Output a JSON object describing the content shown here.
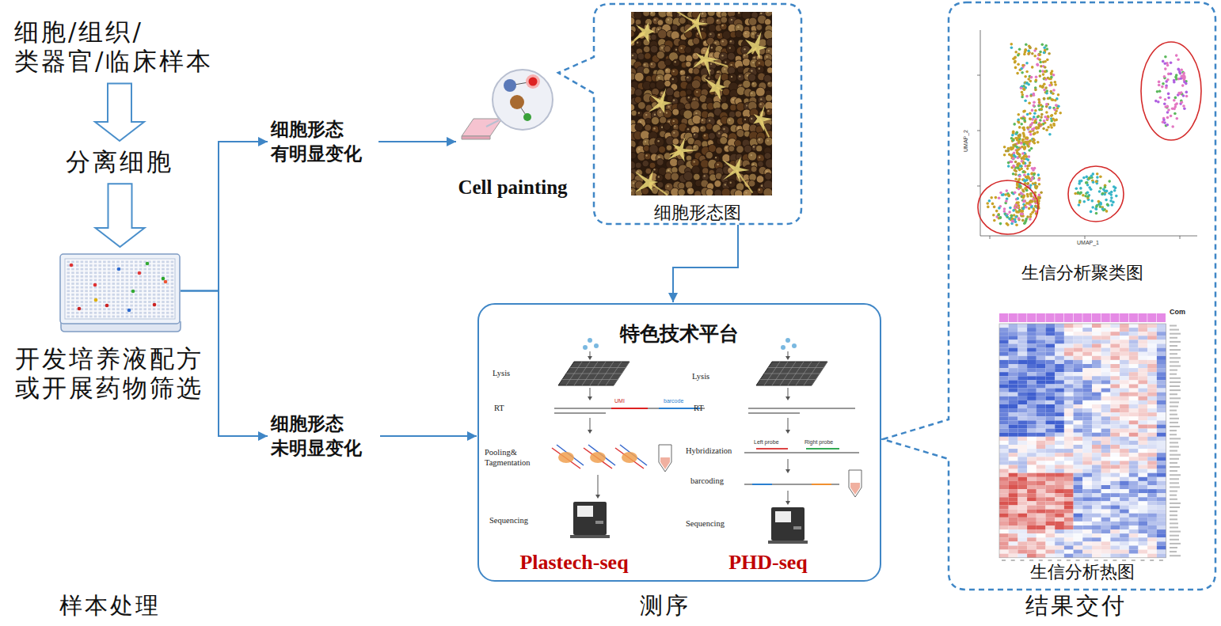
{
  "diagram": {
    "nodes": [
      {
        "text": [
          "细胞/组织/ 类器官/临床样本"
        ]
      },
      {
        "text": [
          "分离细胞"
        ]
      },
      {
        "text": [
          "开发培养液配方 或开展药物筛选"
        ]
      },
      {
        "text": [
          "细胞形态 有明显变化"
        ]
      },
      {
        "text": [
          "细胞形态 未明显变化"
        ]
      },
      {
        "text": [
          "Cell painting"
        ]
      },
      {
        "text": [
          "细胞形态图"
        ]
      },
      {
        "text": [
          "特色技术平台",
          "Plastech-seq",
          "PHD-seq"
        ]
      },
      {
        "text": [
          "生信分析聚类图",
          "生信分析热图"
        ]
      }
    ],
    "edges": [
      {
        "from": 0,
        "to": 1,
        "arrow": "to"
      },
      {
        "from": 1,
        "to": 2,
        "arrow": "to"
      },
      {
        "from": 2,
        "to": 3,
        "arrow": "to"
      },
      {
        "from": 2,
        "to": 4,
        "arrow": "to"
      },
      {
        "from": 3,
        "to": 5,
        "arrow": "to"
      },
      {
        "from": 6,
        "to": 7,
        "arrow": "to"
      },
      {
        "from": 4,
        "to": 7,
        "arrow": "to"
      }
    ],
    "labels": [
      "Lysis",
      "RT",
      "UMI",
      "barcode",
      "Pooling& Tagmentation",
      "Sequencing",
      "Lysis",
      "RT",
      "Hybridization",
      "Left probe",
      "Right probe",
      "barcoding",
      "Sequencing",
      "UMAP_2",
      "UMAP_1",
      "Com",
      "样本处理",
      "测序",
      "结果交付"
    ]
  }
}
